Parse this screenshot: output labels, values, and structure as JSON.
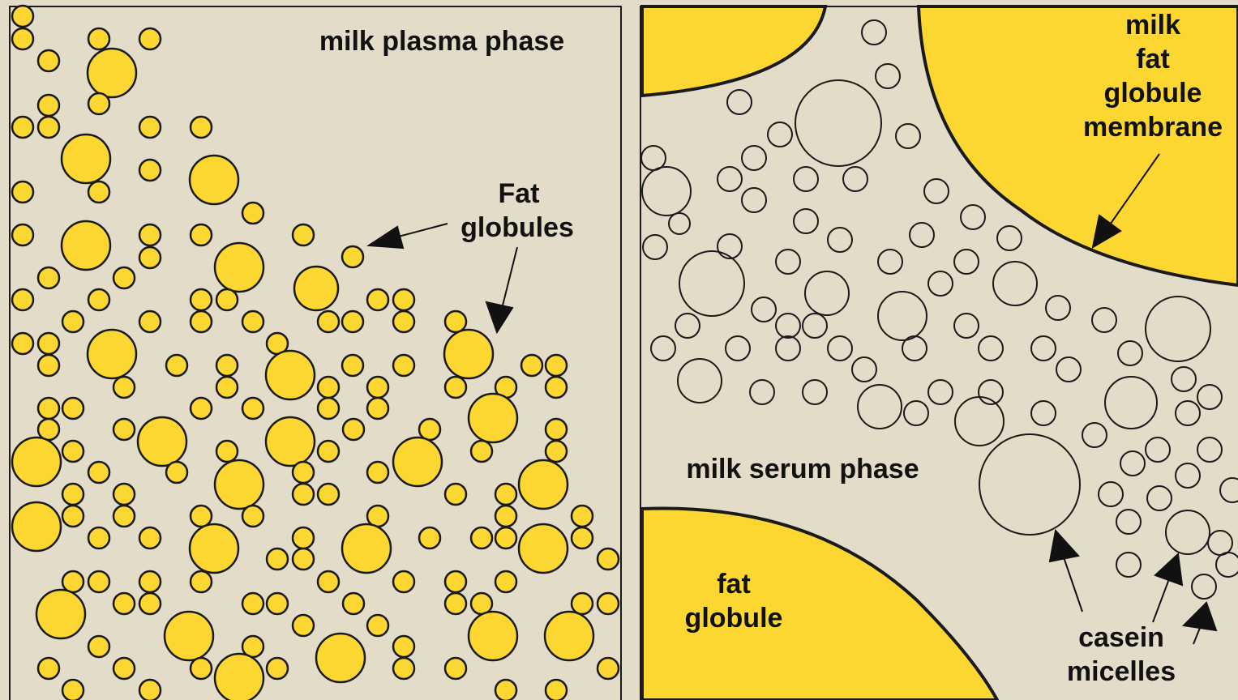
{
  "colors": {
    "background": "#e3dcc8",
    "fat": "#fcd732",
    "outline": "#1a1a1a"
  },
  "left_panel": {
    "phase_label": "milk plasma phase",
    "fat_label_line1": "Fat",
    "fat_label_line2": "globules"
  },
  "right_panel": {
    "membrane_label": [
      "milk",
      "fat",
      "globule",
      "membrane"
    ],
    "serum_label": "milk serum phase",
    "fat_globule_label": [
      "fat",
      "globule"
    ],
    "casein_label": [
      "casein",
      "micelles"
    ]
  }
}
